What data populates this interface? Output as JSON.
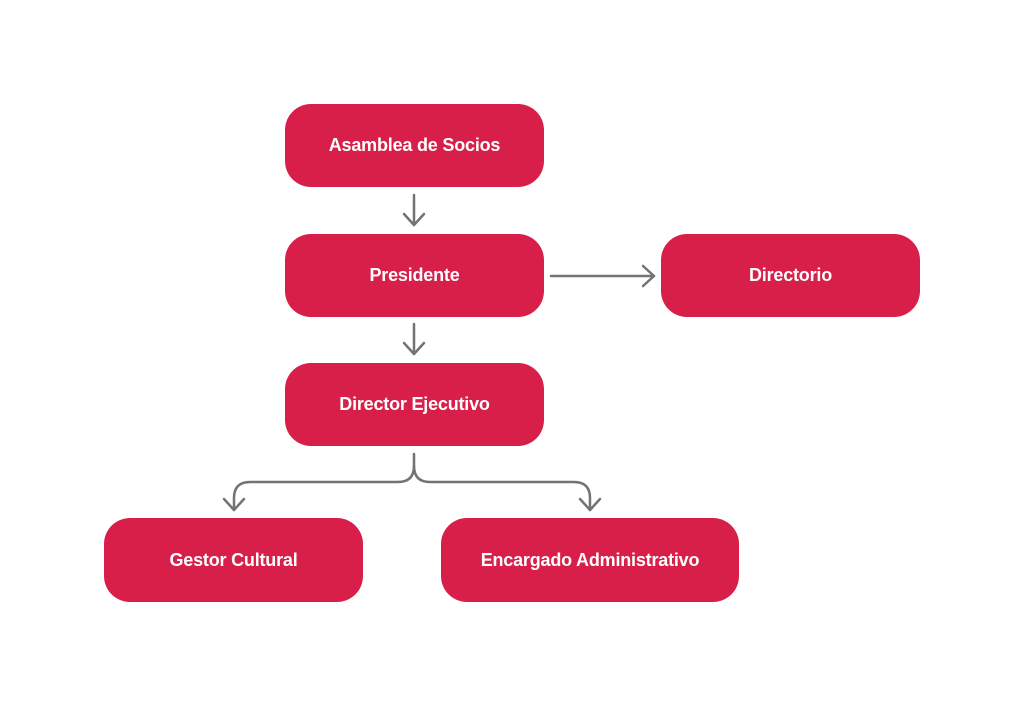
{
  "colors": {
    "node_fill": "#d81f4a",
    "node_text": "#ffffff",
    "connector": "#737373",
    "background": "#ffffff"
  },
  "nodes": {
    "asamblea": "Asamblea de Socios",
    "presidente": "Presidente",
    "directorio": "Directorio",
    "director": "Director Ejecutivo",
    "gestor": "Gestor Cultural",
    "encargado": "Encargado Administrativo"
  },
  "edges": [
    {
      "from": "Asamblea de Socios",
      "to": "Presidente"
    },
    {
      "from": "Presidente",
      "to": "Directorio"
    },
    {
      "from": "Presidente",
      "to": "Director Ejecutivo"
    },
    {
      "from": "Director Ejecutivo",
      "to": "Gestor Cultural"
    },
    {
      "from": "Director Ejecutivo",
      "to": "Encargado Administrativo"
    }
  ]
}
